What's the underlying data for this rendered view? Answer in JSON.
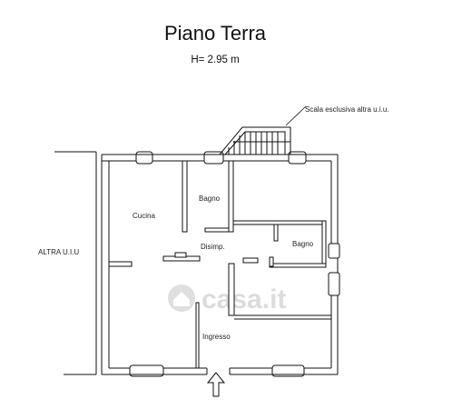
{
  "title": "Piano Terra",
  "height_label": "H= 2.95 m",
  "rooms": {
    "kitchen": "Cucina",
    "bath_1": "Bagno",
    "bath_2": "Bagno",
    "hallway": "Disimp.",
    "entrance": "Ingresso"
  },
  "neighbor_label": "ALTRA U.I.U",
  "stair_note": "Scala esclusiva altra u.i.u.",
  "watermark": "casa.it",
  "colors": {
    "wall": "#111111",
    "paper": "#ffffff",
    "watermark": "#d9d9d9"
  },
  "icons": {
    "entrance_arrow": "arrow-up-icon",
    "watermark_logo": "house-logo-icon"
  }
}
